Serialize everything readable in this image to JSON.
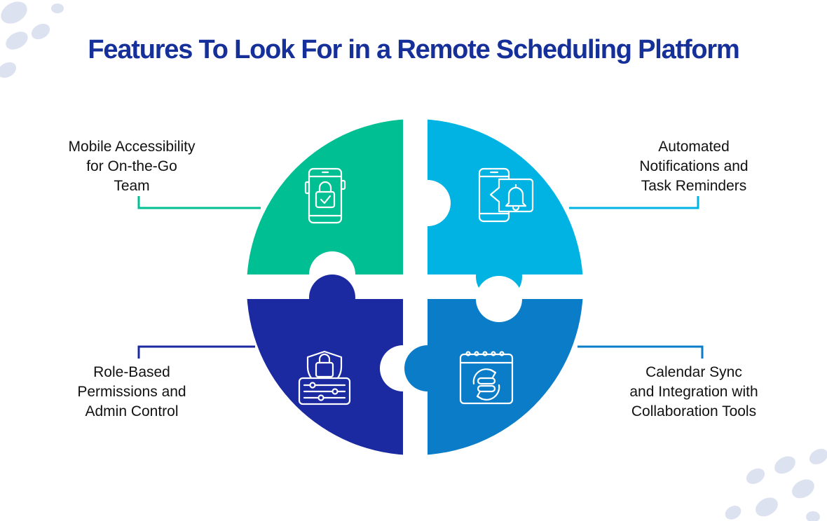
{
  "title": "Features To Look For in a Remote Scheduling Platform",
  "features": [
    {
      "lines": [
        "Mobile Accessibility",
        "for On-the-Go",
        "Team"
      ],
      "color": "#00bf93",
      "icon": "mobile-lock-icon"
    },
    {
      "lines": [
        "Automated",
        "Notifications and",
        "Task Reminders"
      ],
      "color": "#00b3e3",
      "icon": "phone-notification-bell-icon"
    },
    {
      "lines": [
        "Role-Based",
        "Permissions and",
        "Admin Control"
      ],
      "color": "#1b2aa0",
      "icon": "shield-lock-settings-icon"
    },
    {
      "lines": [
        "Calendar Sync",
        "and Integration with",
        "Collaboration Tools"
      ],
      "color": "#0a7cc8",
      "icon": "calendar-sync-icon"
    }
  ],
  "decor_color": "#dde2f1"
}
